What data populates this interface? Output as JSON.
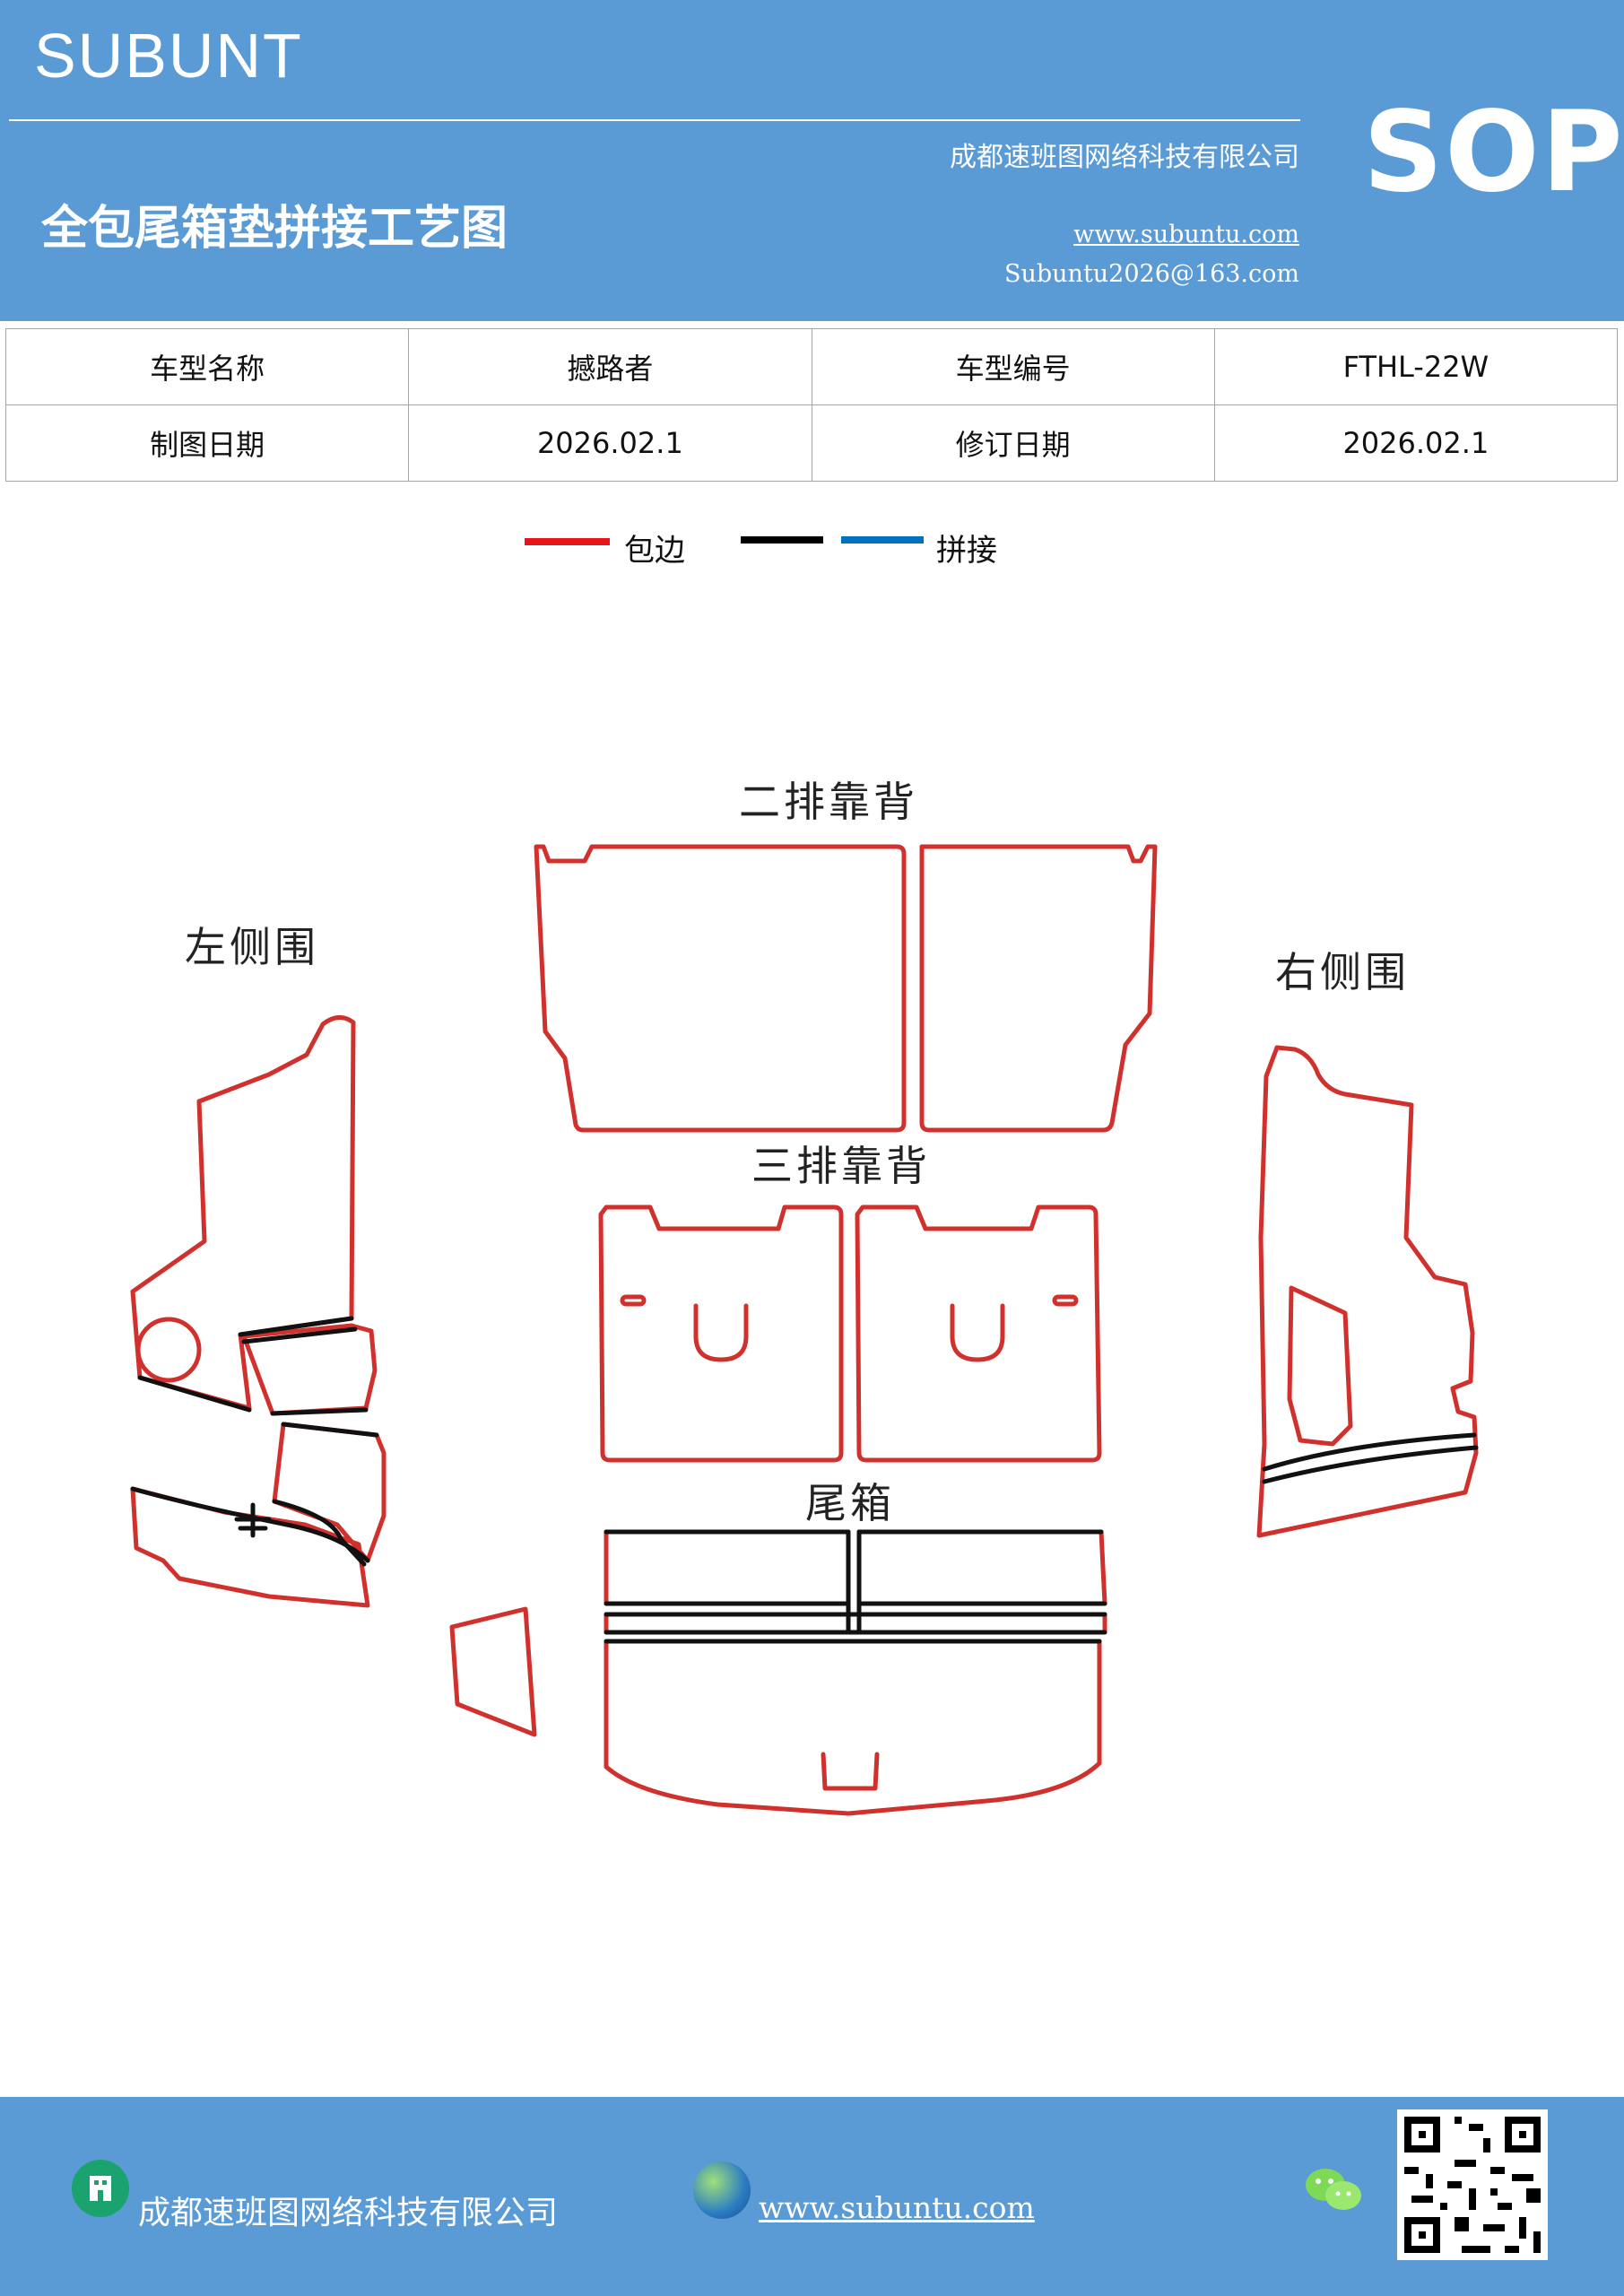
{
  "header": {
    "brand": "SUBUNT",
    "company": "成都速班图网络科技有限公司",
    "title": "全包尾箱垫拼接工艺图",
    "website": "www.subuntu.com",
    "email": "Subuntu2026@163.com",
    "badge": "SOP",
    "background_color": "#5b9bd5"
  },
  "info_table": {
    "rows": [
      [
        "车型名称",
        "撼路者",
        "车型编号",
        "FTHL-22W"
      ],
      [
        "制图日期",
        "2026.02.1",
        "修订日期",
        "2026.02.1"
      ]
    ]
  },
  "legend": {
    "items": [
      {
        "label": "包边",
        "color": "#e8141b"
      },
      {
        "label": "",
        "color": "#000000"
      },
      {
        "label": "拼接",
        "color": "#0070c0"
      }
    ]
  },
  "diagram": {
    "labels": {
      "second_row": "二排靠背",
      "third_row": "三排靠背",
      "left_side": "左侧围",
      "right_side": "右侧围",
      "trunk": "尾箱"
    },
    "edge_color": "#d0312d",
    "seam_color": "#000000"
  },
  "footer": {
    "company": "成都速班图网络科技有限公司",
    "website": "www.subuntu.com",
    "icons": [
      "building-icon",
      "globe-icon",
      "wechat-icon",
      "qr-code"
    ]
  }
}
